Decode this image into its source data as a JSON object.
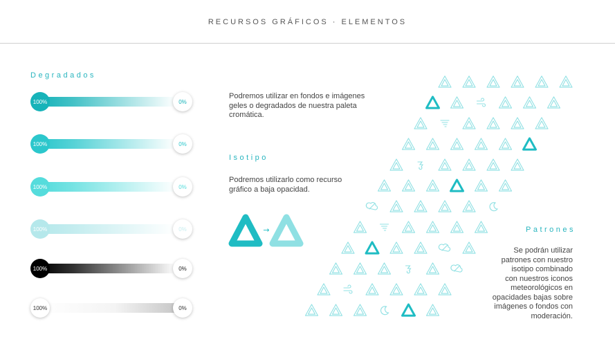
{
  "header": {
    "title": "RECURSOS GRÁFICOS · ELEMENTOS"
  },
  "degradados": {
    "title": "Degradados",
    "rows": [
      {
        "left_label": "100%",
        "right_label": "0%",
        "color": "#17b3b9",
        "left_text_color": "#ffffff",
        "right_text_color": "#17b3b9"
      },
      {
        "left_label": "100%",
        "right_label": "0%",
        "color": "#2cc7cc",
        "left_text_color": "#ffffff",
        "right_text_color": "#2cc7cc"
      },
      {
        "left_label": "100%",
        "right_label": "0%",
        "color": "#55dcdc",
        "left_text_color": "#ffffff",
        "right_text_color": "#55dcdc"
      },
      {
        "left_label": "100%",
        "right_label": "0%",
        "color": "#b5e8eb",
        "left_text_color": "#ffffff",
        "right_text_color": "#c9eef0"
      },
      {
        "left_label": "100%",
        "right_label": "0%",
        "color": "#000000",
        "left_text_color": "#ffffff",
        "right_text_color": "#222222"
      },
      {
        "left_label": "100%",
        "right_label": "0%",
        "color": "#ffffff",
        "left_text_color": "#333333",
        "right_text_color": "#333333"
      }
    ],
    "description": [
      "Podremos utilizar en fondos e imágenes",
      "geles o degradados de nuestra paleta",
      "cromática."
    ]
  },
  "isotipo": {
    "title": "Isotipo",
    "description": [
      "Podremos utilizarlo como recurso",
      "gráfico a baja opacidad."
    ],
    "arrow": "→",
    "colors": {
      "solid": "#1fbcc3",
      "light": "#8fe0e3"
    }
  },
  "patrones": {
    "title": "Patrones",
    "description": [
      "Se podrán utilizar",
      "patrones con nuestro",
      "isotipo combinado",
      "con nuestros iconos",
      "meteorológicos en",
      "opacidades bajas sobre",
      "imágenes o fondos con",
      "moderación."
    ]
  },
  "colors": {
    "accent": "#29b5bf"
  }
}
